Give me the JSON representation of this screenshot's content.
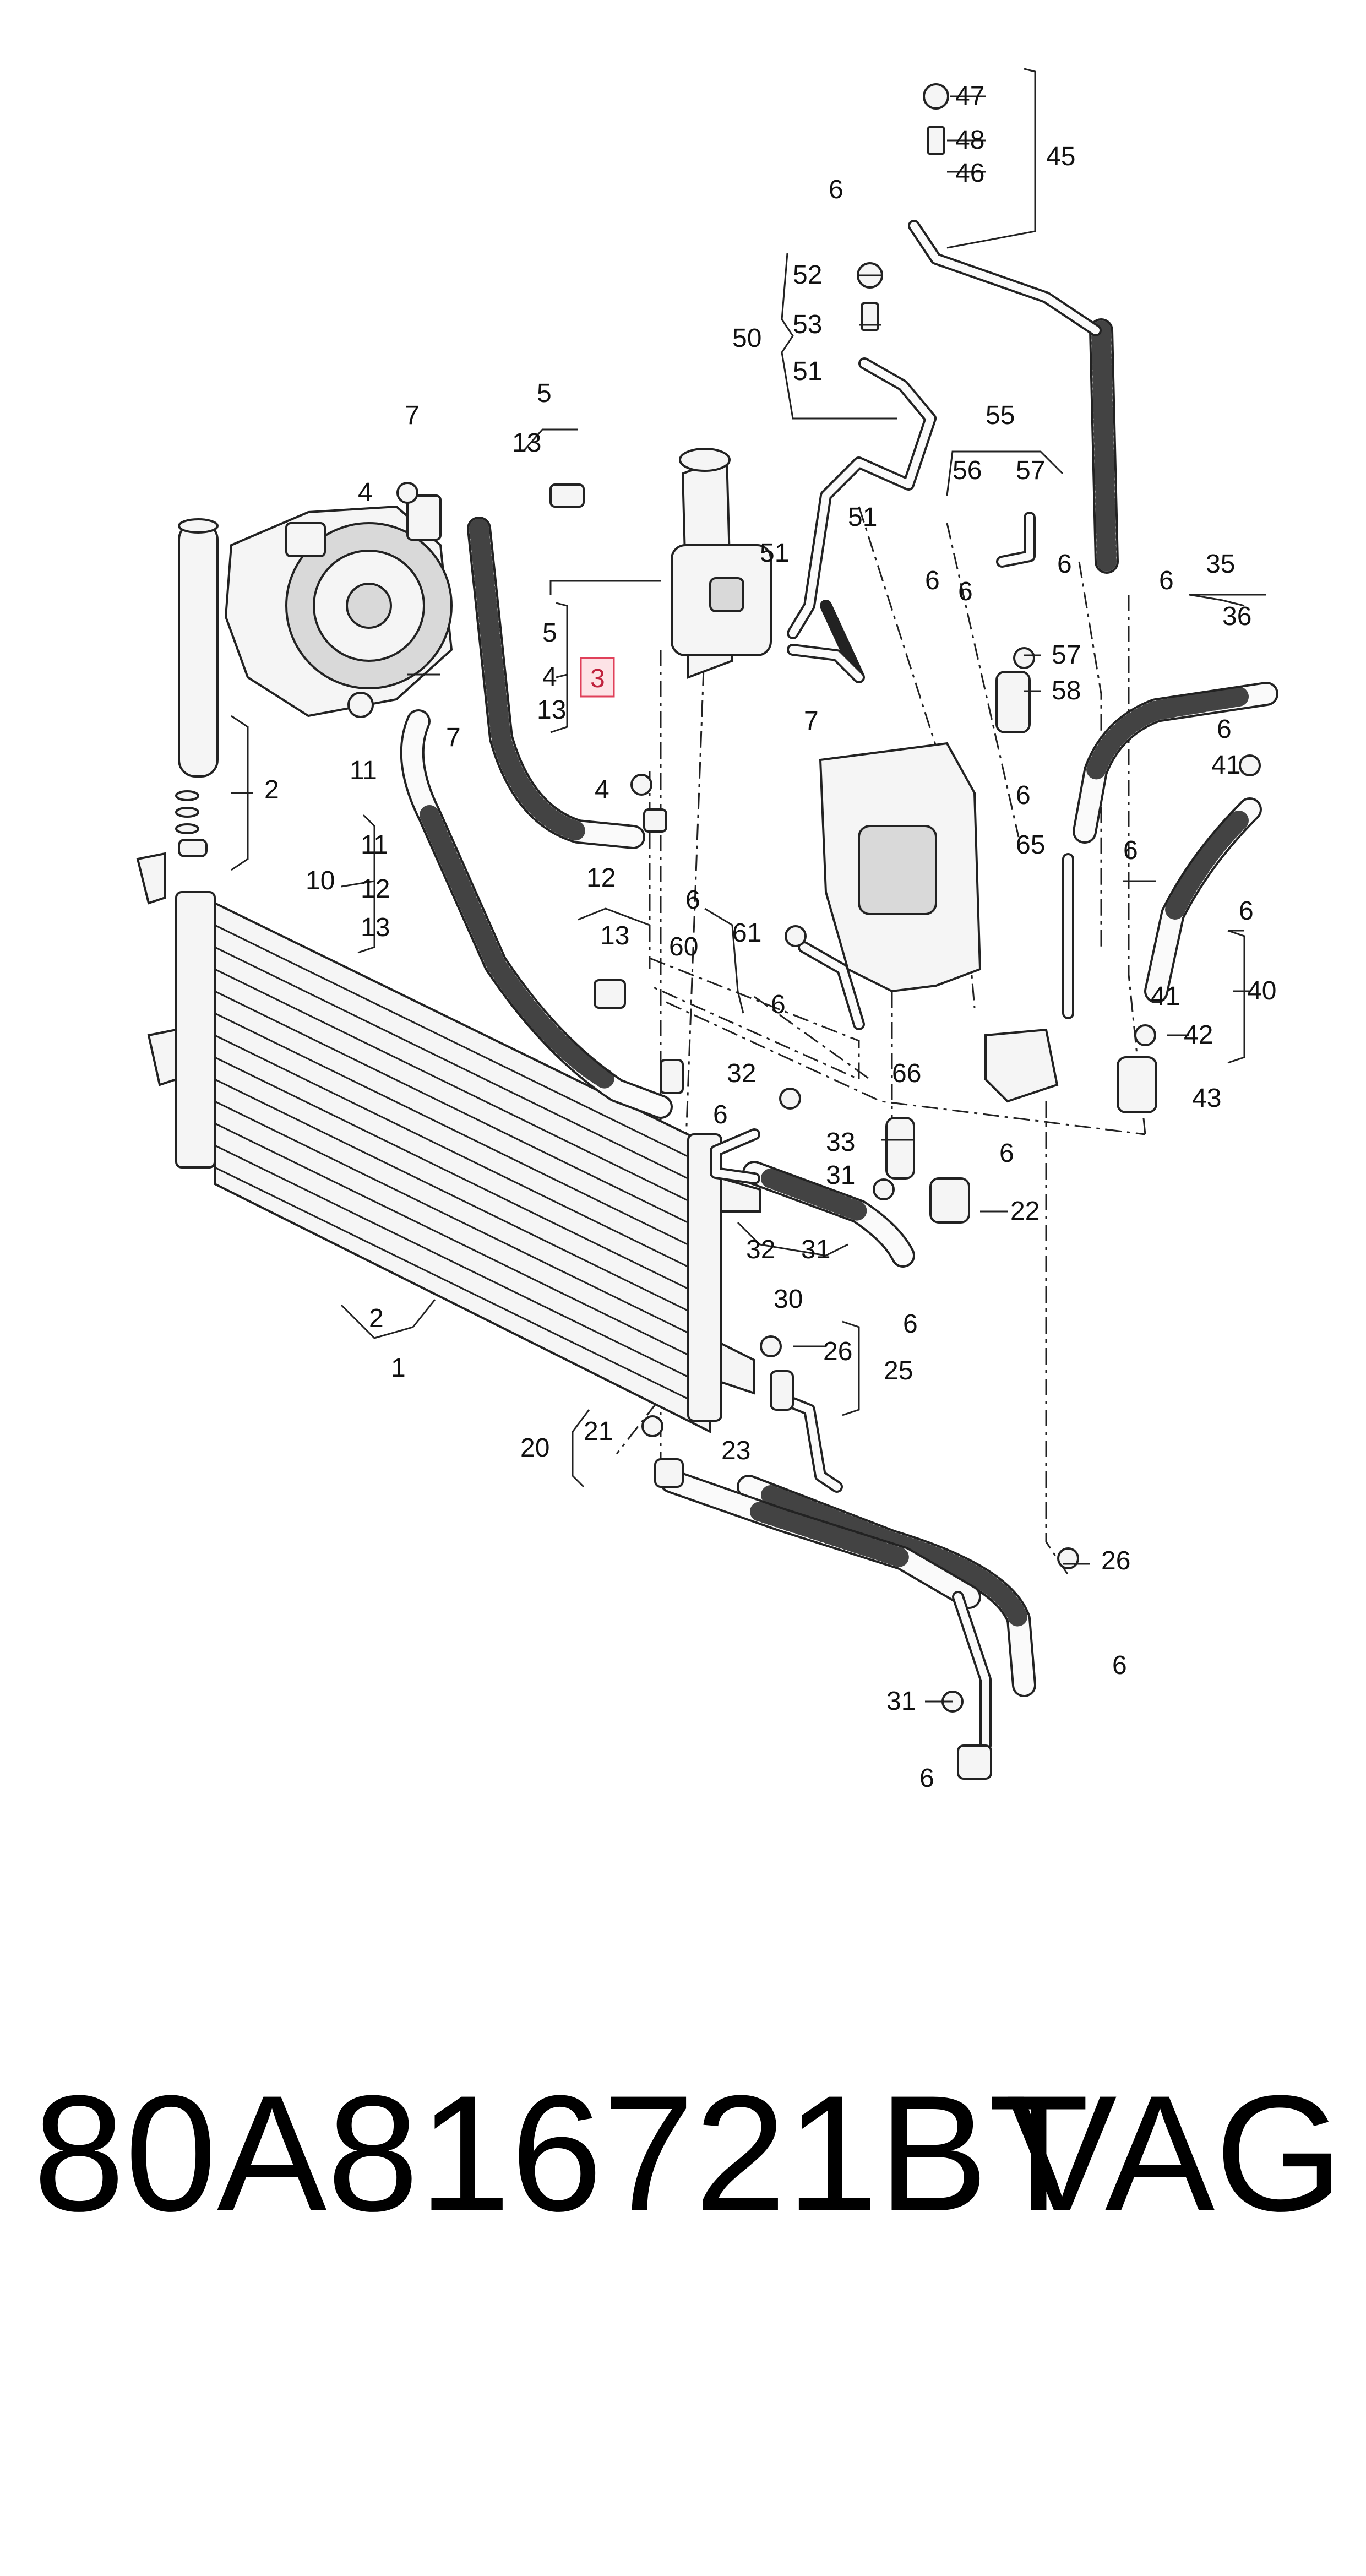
{
  "highlighted_item": "3",
  "footer": {
    "part_number": "80A816721BT",
    "brand": "VAG"
  },
  "callouts": {
    "c47": "47",
    "c48": "48",
    "c46": "46",
    "c45": "45",
    "c6a": "6",
    "c52": "52",
    "c53": "53",
    "c50": "50",
    "c51a": "51",
    "c7a": "7",
    "c5a": "5",
    "c13a": "13",
    "c4a": "4",
    "c55": "55",
    "c56": "56",
    "c57a": "57",
    "c51b": "51",
    "c51c": "51",
    "c6b": "6",
    "c6c": "6",
    "c6d": "6",
    "c6e": "6",
    "c35": "35",
    "c36": "36",
    "c5b": "5",
    "c4b": "4",
    "c3": "3",
    "c13b": "13",
    "c57b": "57",
    "c58": "58",
    "c7b": "7",
    "c11a": "11",
    "c7c": "7",
    "c6f": "6",
    "c2a": "2",
    "c4c": "4",
    "c41a": "41",
    "c6g": "6",
    "c65": "65",
    "c11b": "11",
    "c10": "10",
    "c12a": "12",
    "c13c": "13",
    "c12b": "12",
    "c6h": "6",
    "c6i": "6",
    "c6j": "6",
    "c13d": "13",
    "c60": "60",
    "c61": "61",
    "c6k": "6",
    "c41b": "41",
    "c40": "40",
    "c42": "42",
    "c66": "66",
    "c6l": "6",
    "c32a": "32",
    "c33": "33",
    "c6m": "6",
    "c43": "43",
    "c31a": "31",
    "c22": "22",
    "c32b": "32",
    "c31b": "31",
    "c30": "30",
    "c6n": "6",
    "c2b": "2",
    "c1": "1",
    "c26a": "26",
    "c25": "25",
    "c21": "21",
    "c20": "20",
    "c23": "23",
    "c26b": "26",
    "c6o": "6",
    "c31c": "31",
    "c6p": "6"
  }
}
